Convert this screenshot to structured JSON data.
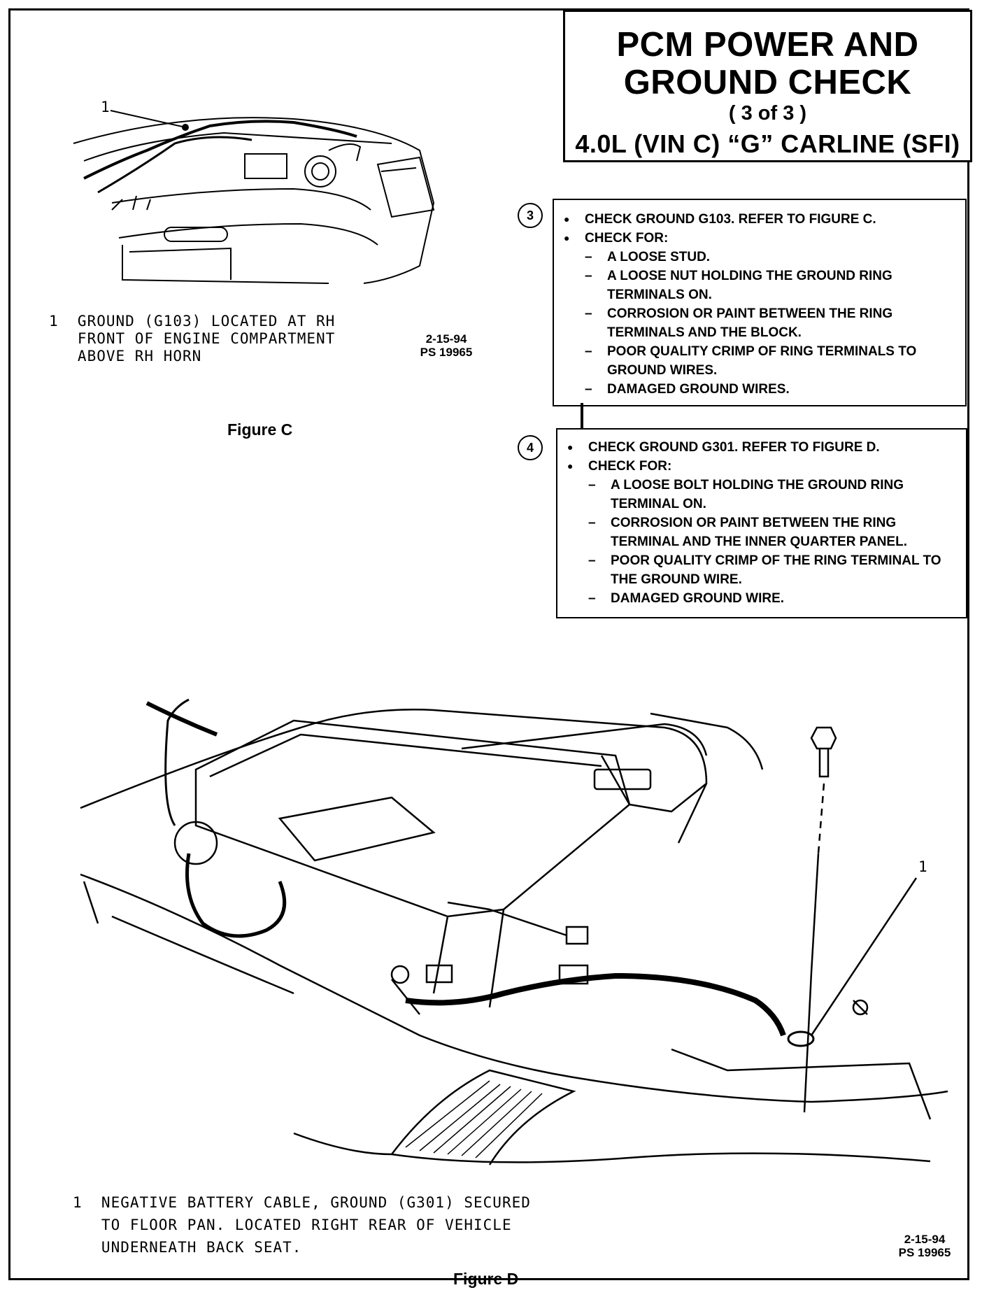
{
  "title": {
    "line1": "PCM POWER AND",
    "line2": "GROUND CHECK",
    "line3": "( 3 of 3 )",
    "line4": "4.0L (VIN C) “G” CARLINE (SFI)"
  },
  "step3": {
    "number": "3",
    "bullets": [
      "CHECK GROUND G103.  REFER TO FIGURE C.",
      "CHECK FOR:"
    ],
    "items": [
      "A LOOSE STUD.",
      "A LOOSE NUT HOLDING THE GROUND RING TERMINALS ON.",
      "CORROSION OR PAINT BETWEEN THE RING TERMINALS AND THE BLOCK.",
      "POOR QUALITY CRIMP OF RING TERMINALS TO GROUND WIRES.",
      "DAMAGED GROUND WIRES."
    ]
  },
  "step4": {
    "number": "4",
    "bullets": [
      "CHECK GROUND G301.  REFER TO FIGURE D.",
      "CHECK FOR:"
    ],
    "items": [
      "A LOOSE BOLT HOLDING THE GROUND RING TERMINAL ON.",
      "CORROSION OR PAINT BETWEEN THE RING TERMINAL AND THE INNER QUARTER PANEL.",
      "POOR QUALITY CRIMP OF THE RING TERMINAL TO THE GROUND WIRE.",
      "DAMAGED GROUND WIRE."
    ]
  },
  "figureC": {
    "callout": "1",
    "caption_lines": [
      "1  GROUND (G103) LOCATED AT RH",
      "   FRONT OF ENGINE COMPARTMENT",
      "   ABOVE RH HORN"
    ],
    "date": "2-15-94",
    "ps": "PS 19965",
    "label": "Figure C"
  },
  "figureD": {
    "callout": "1",
    "caption_lines": [
      "1  NEGATIVE BATTERY CABLE, GROUND (G301) SECURED",
      "   TO FLOOR PAN. LOCATED RIGHT REAR OF VEHICLE",
      "   UNDERNEATH BACK SEAT."
    ],
    "date": "2-15-94",
    "ps": "PS 19965",
    "label": "Figure D"
  }
}
